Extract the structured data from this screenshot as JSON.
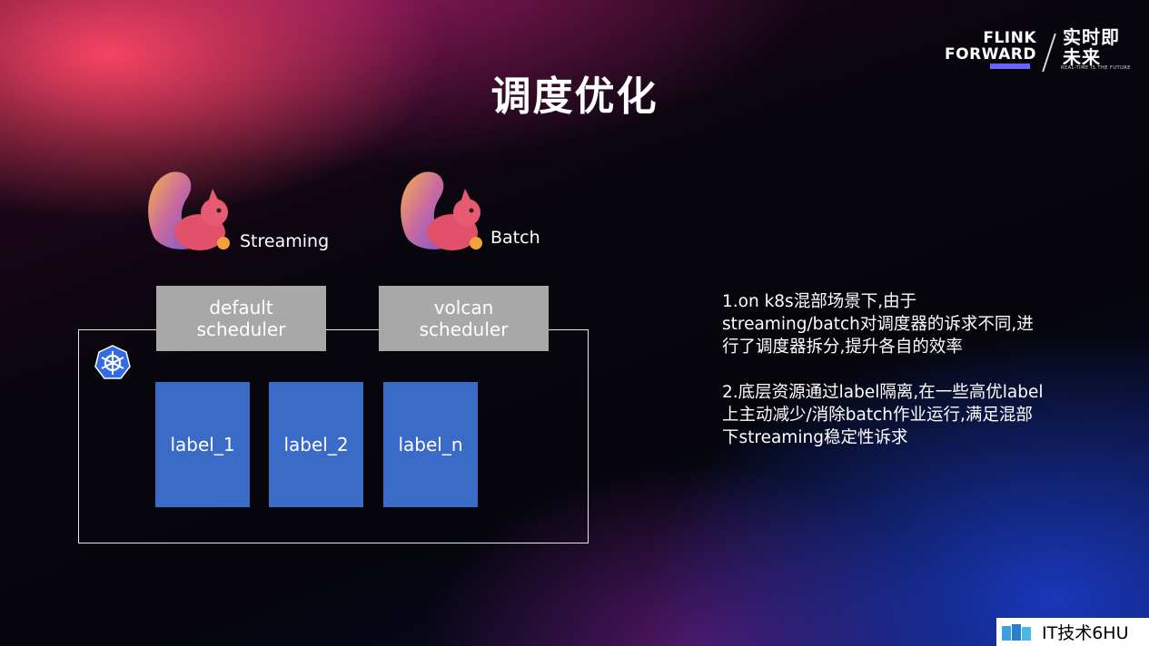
{
  "slide": {
    "title": "调度优化"
  },
  "logo": {
    "brand_line1": "FLINK",
    "brand_line2": "FORWARD",
    "tagline_cn": "实时即未来",
    "tagline_en": "REAL-TIME IS THE FUTURE"
  },
  "diagram": {
    "streaming_label": "Streaming",
    "batch_label": "Batch",
    "schedulers": [
      {
        "line1": "default",
        "line2": "scheduler"
      },
      {
        "line1": "volcan",
        "line2": "scheduler"
      }
    ],
    "labels": [
      "label_1",
      "label_2",
      "label_n"
    ]
  },
  "notes": [
    "1.on k8s混部场景下,由于streaming/batch对调度器的诉求不同,进行了调度器拆分,提升各自的效率",
    "2.底层资源通过label隔离,在一些高优label上主动减少/消除batch作业运行,满足混部下streaming稳定性诉求"
  ],
  "watermark": {
    "text": "IT技术6HU"
  },
  "colors": {
    "scheduler_box": "#a8a8a8",
    "label_box": "#3a6bc6",
    "k8s_blue": "#326ce5"
  },
  "icons": {
    "mascot": "flink-squirrel-icon",
    "kubernetes": "kubernetes-helm-icon"
  }
}
